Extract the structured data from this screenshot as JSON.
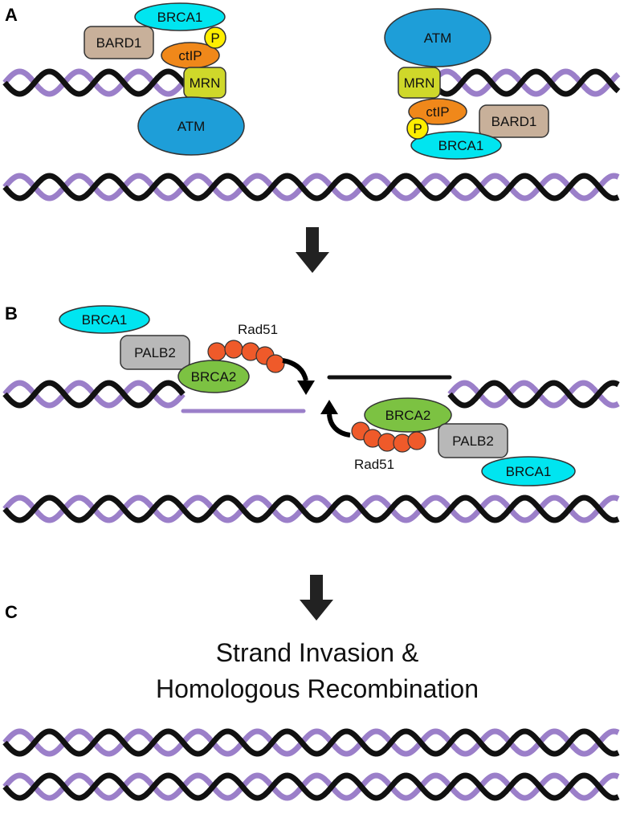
{
  "panels": {
    "a": "A",
    "b": "B",
    "c": "C"
  },
  "panel_a": {
    "left": {
      "brca1": "BRCA1",
      "bard1": "BARD1",
      "p": "P",
      "ctip": "ctIP",
      "mrn": "MRN",
      "atm": "ATM"
    },
    "right": {
      "atm": "ATM",
      "mrn": "MRN",
      "ctip": "ctIP",
      "bard1": "BARD1",
      "p": "P",
      "brca1": "BRCA1"
    }
  },
  "panel_b": {
    "left": {
      "brca1": "BRCA1",
      "palb2": "PALB2",
      "brca2": "BRCA2",
      "rad51": "Rad51"
    },
    "right": {
      "brca2": "BRCA2",
      "palb2": "PALB2",
      "brca1": "BRCA1",
      "rad51": "Rad51"
    }
  },
  "panel_c": {
    "line1": "Strand Invasion &",
    "line2": "Homologous Recombination"
  },
  "colors": {
    "strand_black": "#111111",
    "strand_purple": "#9b7fc9",
    "brca1": "#00e5f0",
    "bard1": "#c8b09a",
    "ctip": "#f0881a",
    "phospho": "#ffee00",
    "mrn": "#cfd82a",
    "atm": "#1e9ed8",
    "palb2": "#b8b8b8",
    "brca2": "#7cc242",
    "rad51": "#ef5a2a",
    "arrow": "#222222"
  }
}
